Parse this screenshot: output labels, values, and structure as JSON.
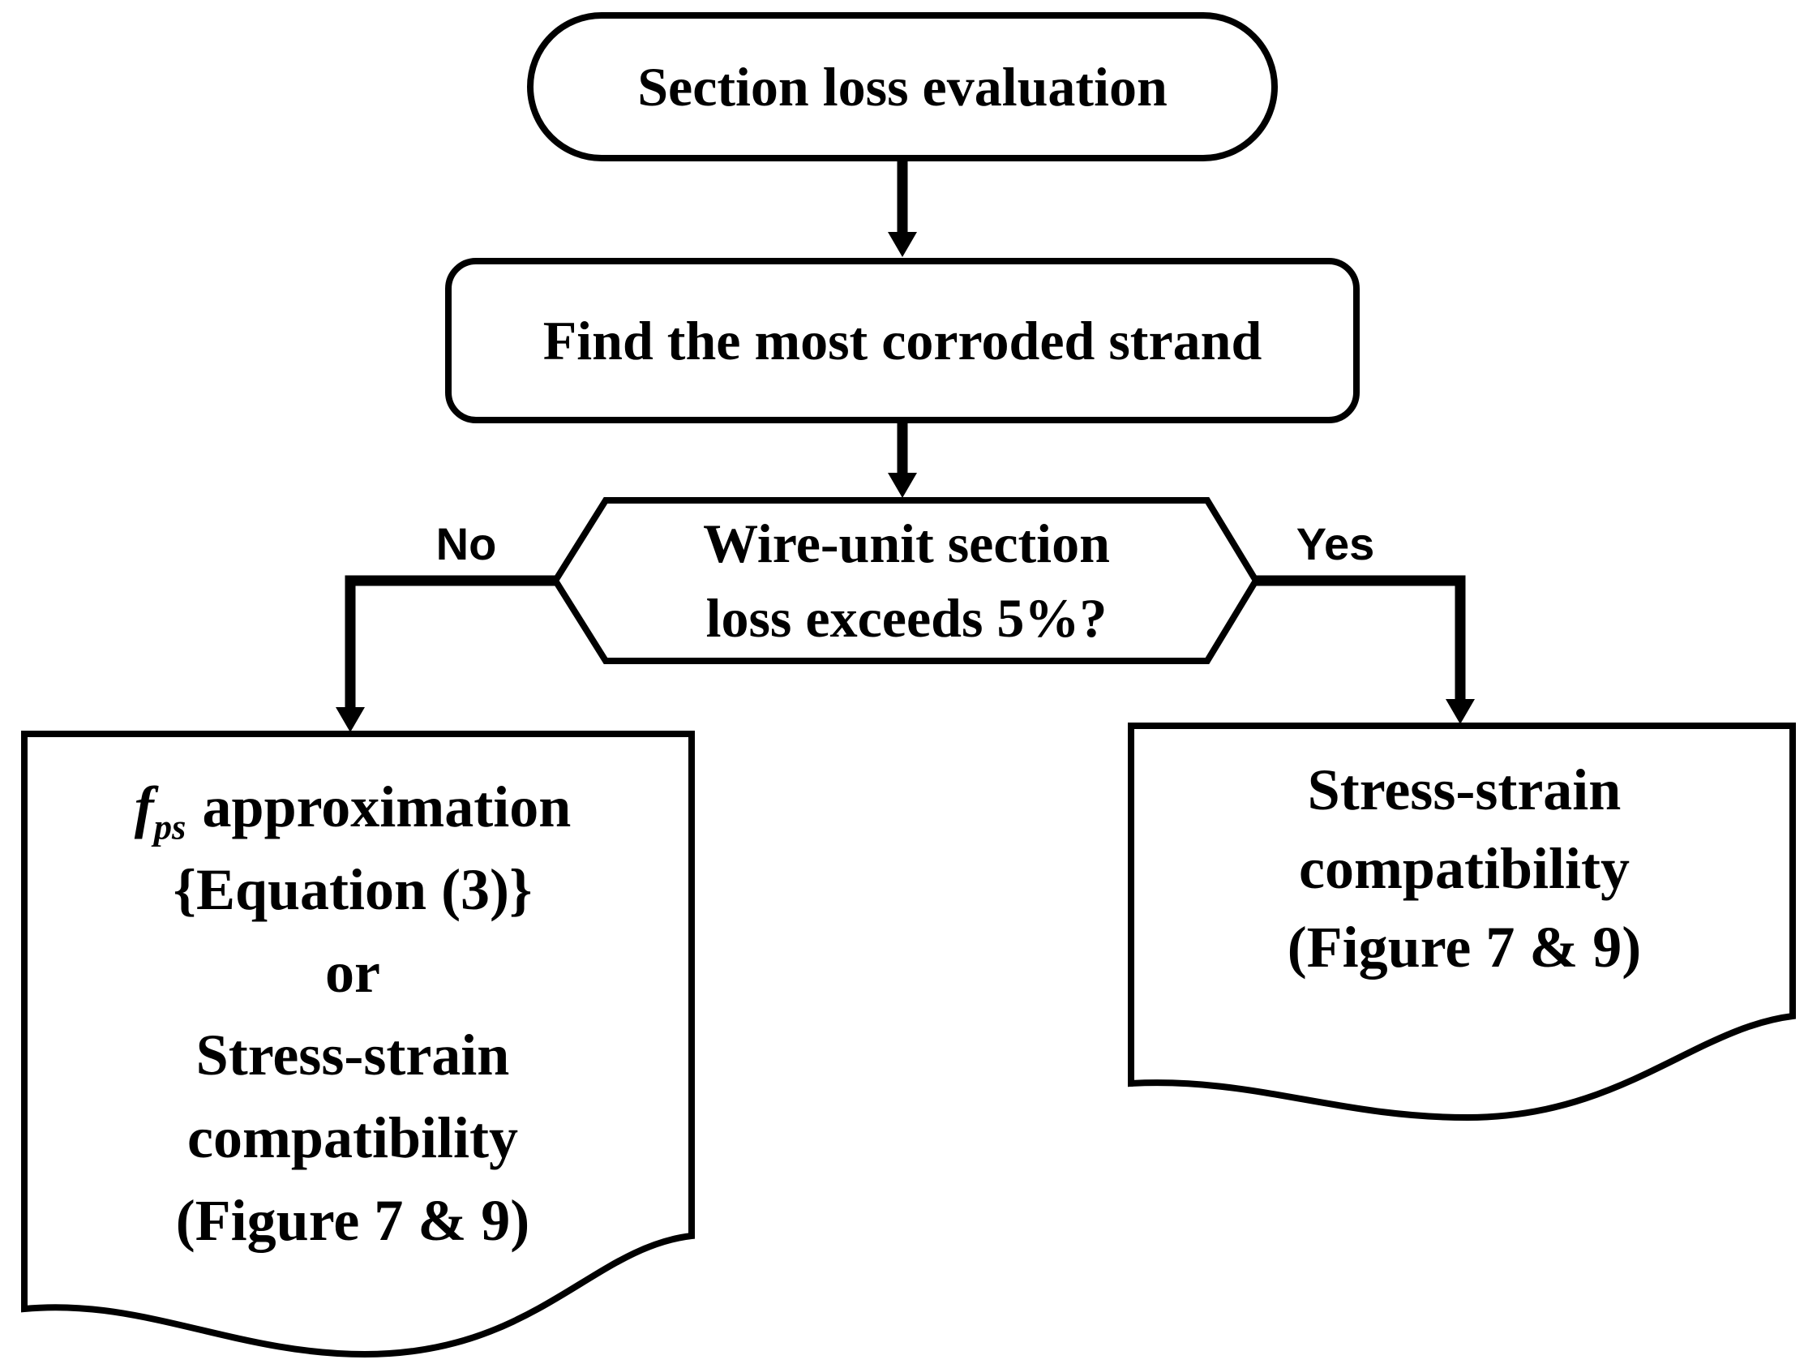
{
  "colors": {
    "stroke": "#000000",
    "fill": "#ffffff",
    "text": "#000000"
  },
  "nodes": {
    "start": {
      "label": "Section loss evaluation"
    },
    "process": {
      "label": "Find the most corroded strand"
    },
    "decision": {
      "label_line1": "Wire-unit section",
      "label_line2": "loss exceeds 5%?"
    },
    "no_doc": {
      "line1_var": "f",
      "line1_sub": "ps",
      "line1_rest": "approximation",
      "line2": "{Equation (3)}",
      "line3": "or",
      "line4": "Stress-strain",
      "line5": "compatibility",
      "line6": "(Figure 7 & 9)"
    },
    "yes_doc": {
      "line1": "Stress-strain",
      "line2": "compatibility",
      "line3": "(Figure 7 & 9)"
    }
  },
  "edges": {
    "no_label": "No",
    "yes_label": "Yes"
  }
}
